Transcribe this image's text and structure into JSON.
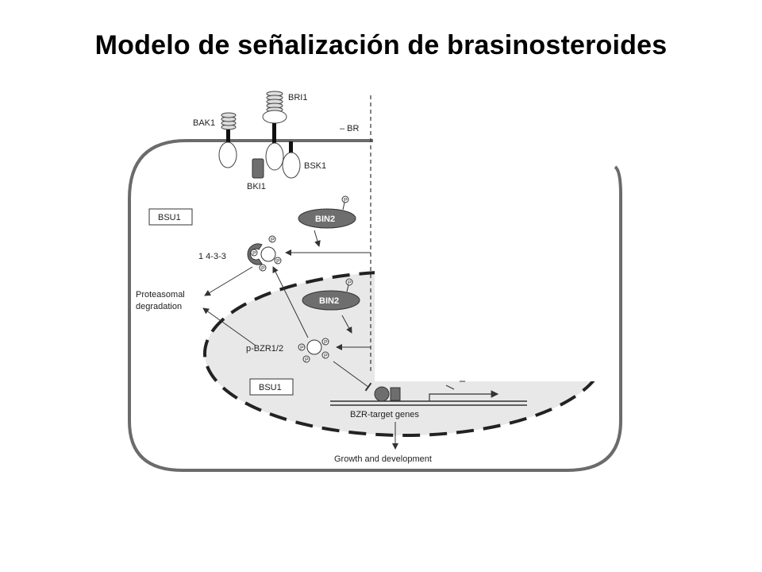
{
  "slide": {
    "title": "Modelo de señalización de brasinosteroides"
  },
  "diagram": {
    "labels": {
      "bri1": "BRI1",
      "bak1": "BAK1",
      "minus_br": "– BR",
      "bsk1": "BSK1",
      "bki1": "BKI1",
      "bsu1_cyto": "BSU1",
      "bin2_cyto": "BIN2",
      "protein_1433": "1 4-3-3",
      "proteasomal": "Proteasomal",
      "degradation": "degradation",
      "bin2_nuc": "BIN2",
      "pbzr": "p-BZR1/2",
      "bsu1_nuc": "BSU1",
      "bzr_target_genes": "BZR-target genes",
      "growth": "Growth and development",
      "phospho": "P"
    },
    "colors": {
      "cell_wall": "#6b6b6b",
      "nucleus_fill": "#e8e8e8",
      "dark_protein": "#6e6e6e",
      "line": "#333333"
    }
  }
}
